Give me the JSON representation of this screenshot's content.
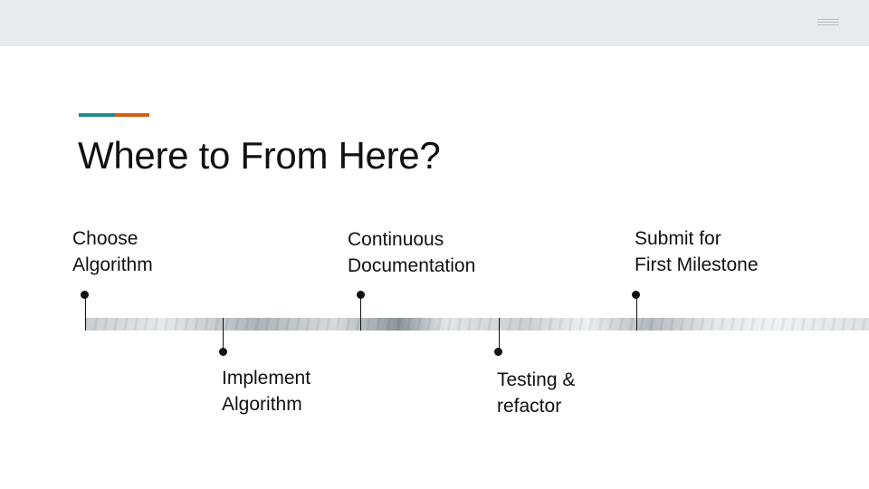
{
  "slide": {
    "title": "Where to From Here?",
    "accent_colors": [
      "#1e8d87",
      "#d85f12"
    ],
    "menu_icon": "hamburger-lines-icon"
  },
  "timeline": {
    "milestones": [
      {
        "position": "above",
        "line1": "Choose",
        "line2": "Algorithm"
      },
      {
        "position": "below",
        "line1": "Implement",
        "line2": "Algorithm"
      },
      {
        "position": "above",
        "line1": "Continuous",
        "line2": "Documentation"
      },
      {
        "position": "below",
        "line1": "Testing &",
        "line2": "refactor"
      },
      {
        "position": "above",
        "line1": "Submit for",
        "line2": "First Milestone"
      }
    ]
  }
}
